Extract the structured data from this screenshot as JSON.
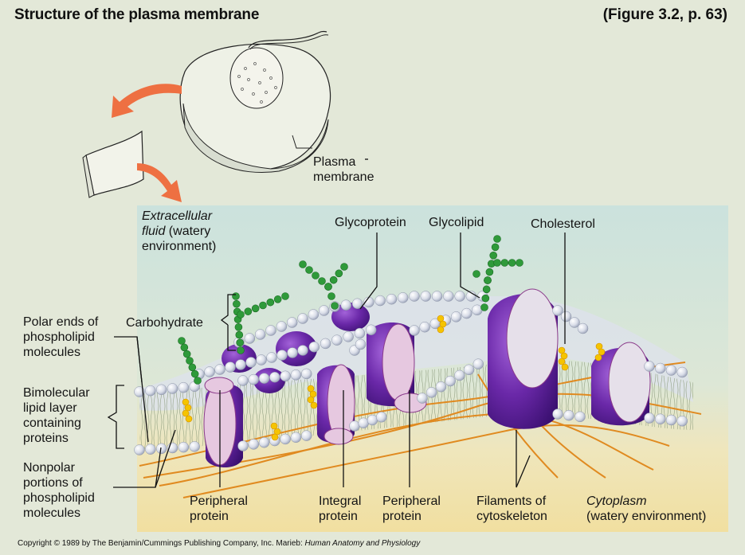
{
  "header": {
    "title": "Structure of the plasma membrane",
    "figure_ref": "(Figure 3.2, p. 63)"
  },
  "cell_sketch": {
    "label_line1": "Plasma",
    "label_line2": "membrane"
  },
  "labels": {
    "extracellular": {
      "line1": "Extracellular",
      "line2_italic": "fluid",
      "line2_rest": " (watery",
      "line3": "environment)"
    },
    "glycoprotein": "Glycoprotein",
    "glycolipid": "Glycolipid",
    "cholesterol": "Cholesterol",
    "carbohydrate": "Carbohydrate",
    "polar_ends": [
      "Polar ends of",
      "phospholipid",
      "molecules"
    ],
    "bimolecular": [
      "Bimolecular",
      "lipid layer",
      "containing",
      "proteins"
    ],
    "nonpolar": [
      "Nonpolar",
      "portions of",
      "phospholipid",
      "molecules"
    ],
    "peripheral_protein_1": [
      "Peripheral",
      "protein"
    ],
    "integral_protein": [
      "Integral",
      "protein"
    ],
    "peripheral_protein_2": [
      "Peripheral",
      "protein"
    ],
    "filaments": [
      "Filaments of",
      "cytoskeleton"
    ],
    "cytoplasm": {
      "line1_italic": "Cytoplasm",
      "line2": "(watery environment)"
    }
  },
  "colors": {
    "background": "#e3e8d8",
    "extracellular_fluid": "#cfe3dc",
    "cytoplasm": "#efe3b0",
    "protein_purple": "#5a1f8c",
    "protein_pink": "#e6c8e0",
    "carbohydrate_green": "#2f9a3a",
    "cholesterol_yellow": "#f5c400",
    "filament_orange": "#e08a20",
    "arrow_orange": "#ee7042",
    "lipid_head": "#dfe4ec"
  },
  "footer": {
    "copyright": "Copyright © 1989 by The Benjamin/Cummings Publishing Company, Inc. Marieb: ",
    "book_title": "Human Anatomy and Physiology"
  }
}
